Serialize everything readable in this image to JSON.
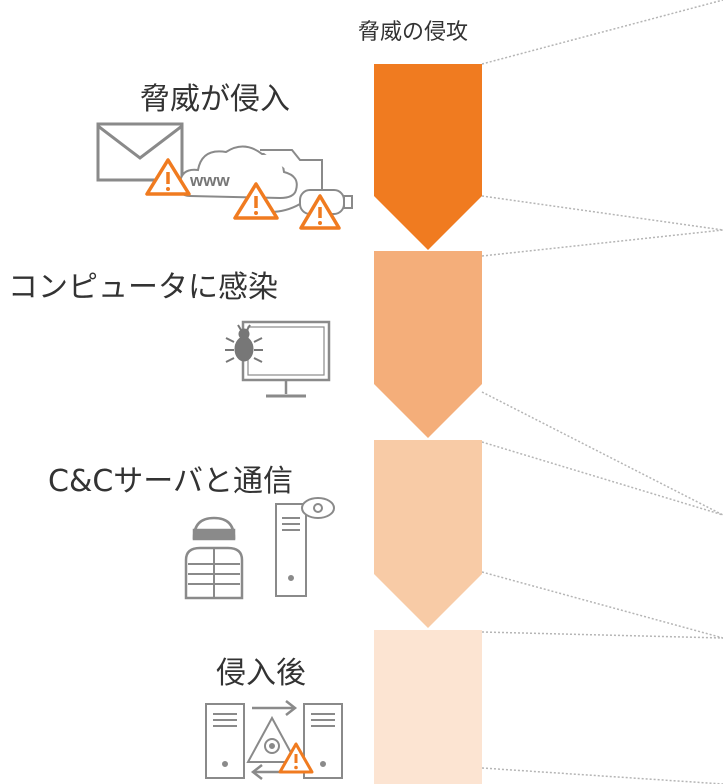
{
  "diagram": {
    "heading": "脅威の侵攻",
    "colors": {
      "stage1": "#f07b20",
      "stage2": "#f4ae7a",
      "stage3": "#f8cba6",
      "stage4": "#fce4d2",
      "warning": "#f07b20",
      "icon_stroke": "#8a8a8a",
      "connector": "#b5b5b5"
    },
    "stages": [
      {
        "label": "脅威が侵入",
        "icons": [
          "email-icon",
          "cloud-icon",
          "usb-drive-icon",
          "warning-icon"
        ],
        "icon_text": "www"
      },
      {
        "label": "コンピュータに感染",
        "icons": [
          "bug-icon",
          "monitor-icon"
        ]
      },
      {
        "label": "C&Cサーバと通信",
        "icons": [
          "hacker-icon",
          "server-icon"
        ]
      },
      {
        "label": "侵入後",
        "icons": [
          "server-icon",
          "biohazard-icon",
          "warning-icon",
          "transfer-arrows-icon"
        ]
      }
    ]
  }
}
